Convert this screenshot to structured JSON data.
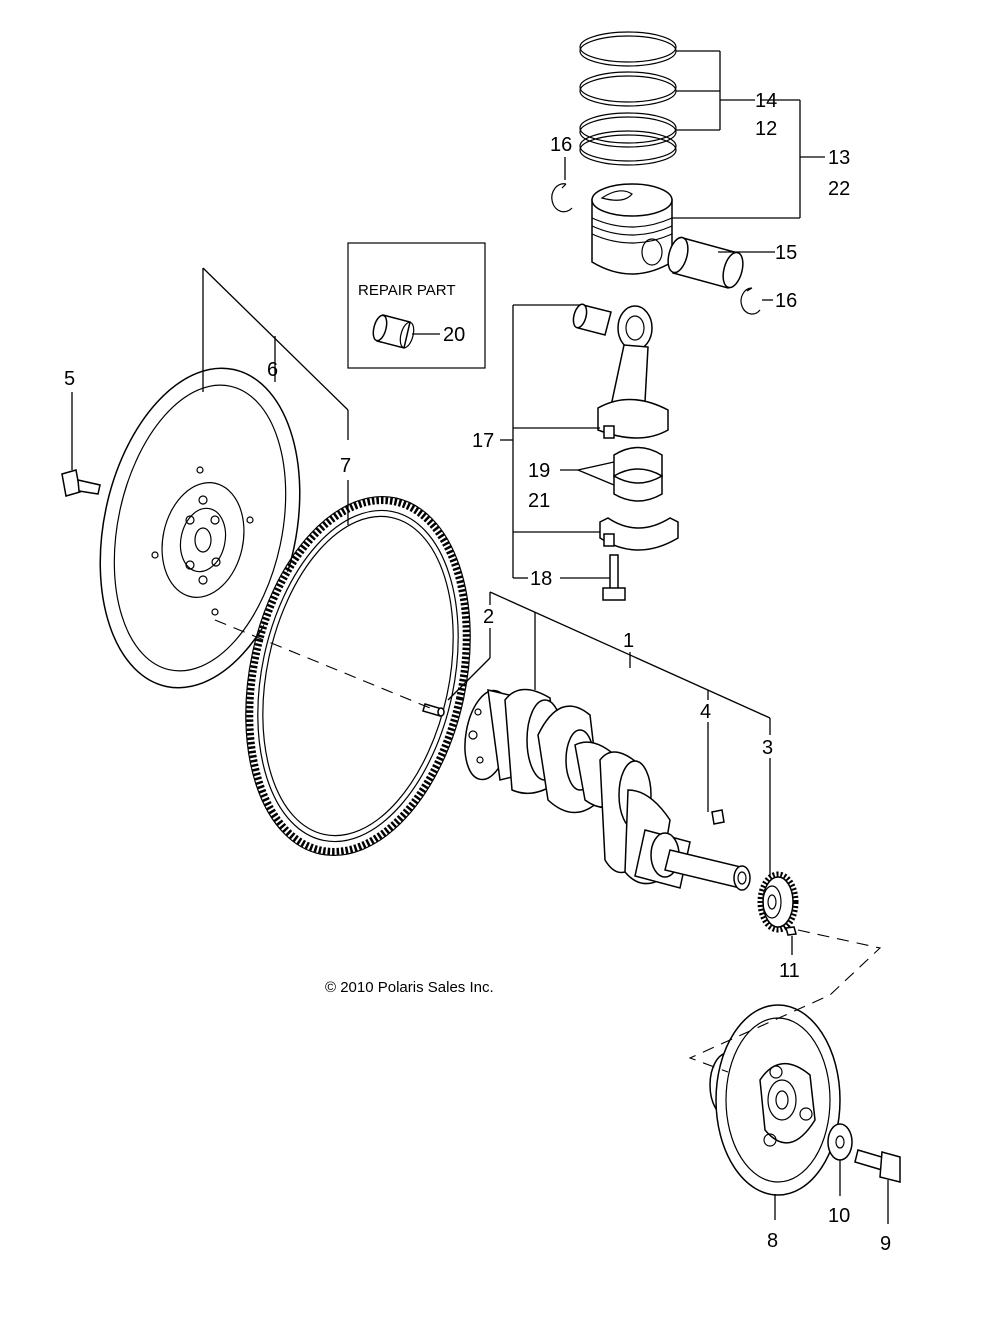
{
  "repair_box_title": "REPAIR PART",
  "copyright": "© 2010 Polaris Sales Inc.",
  "callouts": {
    "c1": "1",
    "c2": "2",
    "c3": "3",
    "c4": "4",
    "c5": "5",
    "c6": "6",
    "c7": "7",
    "c8": "8",
    "c9": "9",
    "c10": "10",
    "c11": "11",
    "c12": "12",
    "c13": "13",
    "c14": "14",
    "c15": "15",
    "c16a": "16",
    "c16b": "16",
    "c17": "17",
    "c18": "18",
    "c19": "19",
    "c20": "20",
    "c21": "21",
    "c22": "22"
  }
}
